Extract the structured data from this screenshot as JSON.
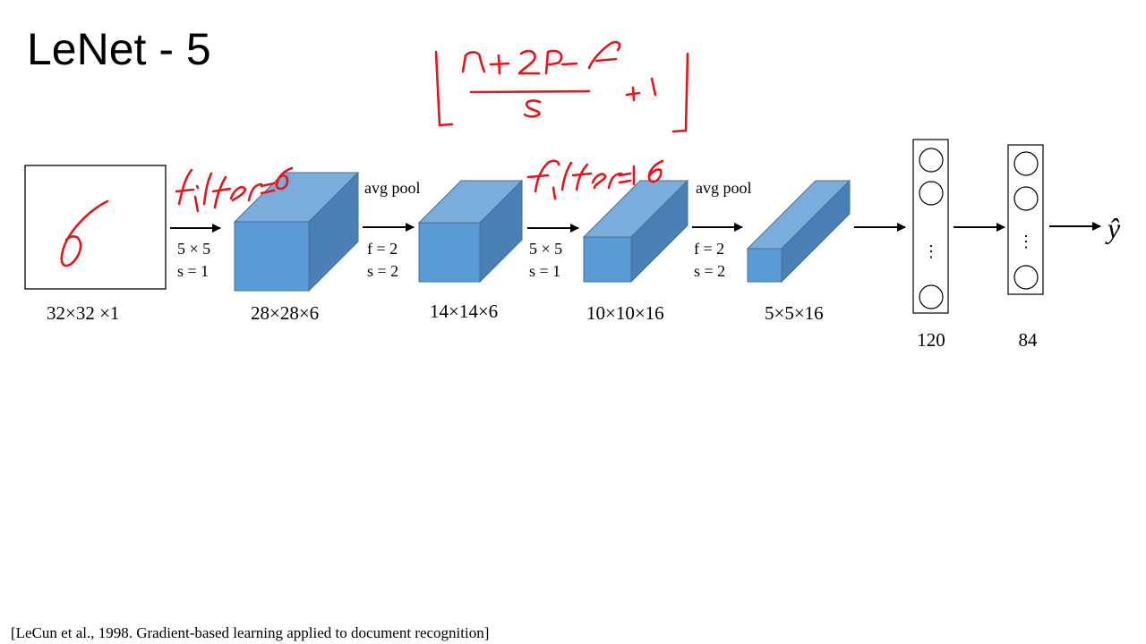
{
  "slide": {
    "title": "LeNet - 5",
    "citation": "[LeCun et al., 1998. Gradient-based learning applied to document recognition]"
  },
  "input": {
    "dims": "32×32 ×1"
  },
  "layers": [
    {
      "dims": "28×28×6"
    },
    {
      "dims": "14×14×6"
    },
    {
      "dims": "10×10×16"
    },
    {
      "dims": "5×5×16"
    }
  ],
  "ops": [
    {
      "line1": "5 × 5",
      "line2": "s = 1"
    },
    {
      "top": "avg pool",
      "line1": "f = 2",
      "line2": "s = 2"
    },
    {
      "line1": "5 × 5",
      "line2": "s = 1"
    },
    {
      "top": "avg pool",
      "line1": "f = 2",
      "line2": "s = 2"
    }
  ],
  "fc": [
    {
      "label": "120",
      "dots": "⋮"
    },
    {
      "label": "84",
      "dots": "⋮"
    }
  ],
  "output": {
    "label": "ŷ"
  },
  "colors": {
    "cube_front": "#5b9bd5",
    "cube_top": "#7aaddc",
    "cube_side": "#4a7fb5",
    "cube_edge": "#41719c",
    "annotation_ink": "#e8141a"
  },
  "annotations": [
    "filter=6",
    "filter=16",
    "⌊(n+2p-f)/s + 1⌋"
  ]
}
